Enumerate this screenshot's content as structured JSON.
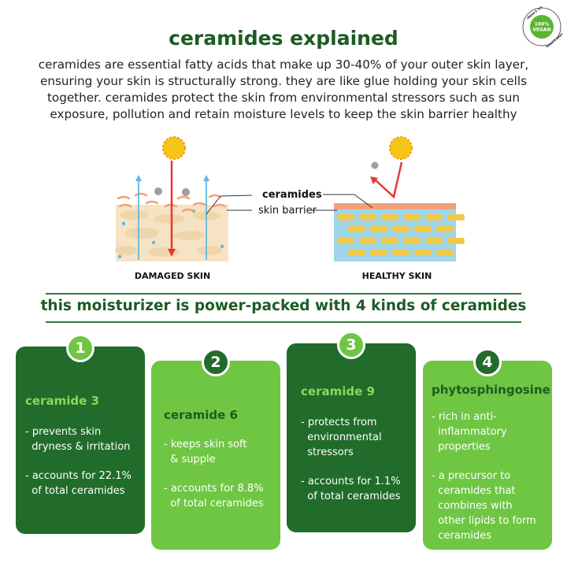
{
  "title": "ceramides explained",
  "intro": "ceramides are essential fatty acids that make up 30-40% of your outer skin layer, ensuring your skin is structurally strong. they are like glue holding your skin cells together. ceramides protect the skin from environmental stressors such as sun exposure, pollution and retain moisture levels to keep the skin barrier healthy",
  "badge": {
    "top_text": "INDIA'S 1st",
    "center_line1": "100%",
    "center_line2": "VEGAN",
    "bottom_text": "BEAUTY BRAND"
  },
  "diagram": {
    "label_ceramides": "ceramides",
    "label_skin_barrier": "skin barrier",
    "label_damaged": "DAMAGED SKIN",
    "label_healthy": "HEALTHY SKIN"
  },
  "tagline": "this moisturizer is power-packed with 4 kinds of ceramides",
  "cards": [
    {
      "number": "1",
      "name": "ceramide 3",
      "points": [
        "- prevents skin\n  dryness & irritation",
        "- accounts for 22.1%\n  of total ceramides"
      ]
    },
    {
      "number": "2",
      "name": "ceramide 6",
      "points": [
        "- keeps skin soft\n  & supple",
        "- accounts for 8.8%\n  of total ceramides"
      ]
    },
    {
      "number": "3",
      "name": "ceramide 9",
      "points": [
        "- protects from\n  environmental\n  stressors",
        "- accounts for 1.1%\n  of total ceramides"
      ]
    },
    {
      "number": "4",
      "name": "phytosphingosine",
      "points": [
        "- rich in anti-\n  inflammatory\n  properties",
        "- a precursor to\n  ceramides that\n  combines with\n  other lipids to form\n  ceramides"
      ]
    }
  ],
  "colors": {
    "dark_green": "#216c2b",
    "light_green": "#6ec643",
    "title_green": "#1c5c23",
    "sun": "#f5c518",
    "ray": "#e53935",
    "skin": "#f6e3c3",
    "barrier": "#f2a07b",
    "healthy_cell": "#f1c84a",
    "healthy_bg": "#9fd6ea"
  }
}
